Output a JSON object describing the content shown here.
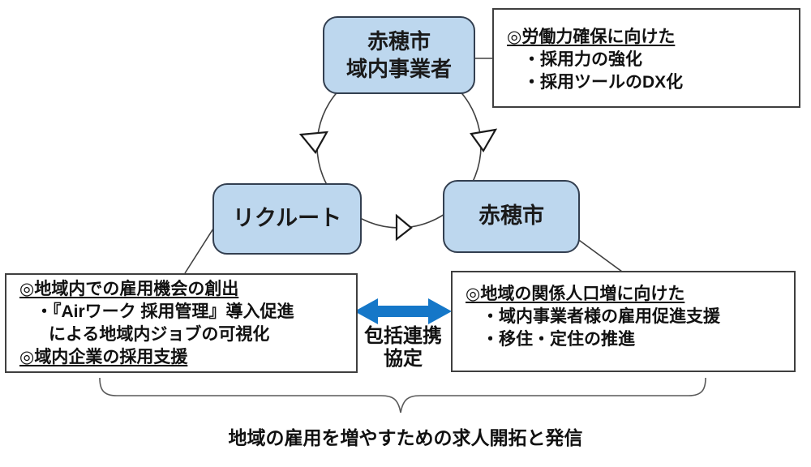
{
  "colors": {
    "node_fill": "#bdd7ee",
    "node_border": "#333f50",
    "note_border": "#3f3f3f",
    "arrow_blue": "#1577c8",
    "line": "#404040",
    "brace": "#595959"
  },
  "nodes": {
    "business": {
      "line1": "赤穂市",
      "line2": "域内事業者"
    },
    "recruit": {
      "label": "リクルート"
    },
    "city": {
      "label": "赤穂市"
    }
  },
  "notes": {
    "workforce": {
      "heading": "◎労働力確保に向けた",
      "item1": "・採用力の強化",
      "item2": "・採用ツールのDX化"
    },
    "recruit_role": {
      "heading1": "◎地域内での雇用機会の創出",
      "item1": "・『Airワーク 採用管理』導入促進",
      "item1b": "による地域内ジョブの可視化",
      "heading2": "◎域内企業の採用支援"
    },
    "city_role": {
      "heading": "◎地域の関係人口増に向けた",
      "item1": "・域内事業者様の雇用促進支援",
      "item2": "・移住・定住の推進"
    }
  },
  "agreement": {
    "line1": "包括連携",
    "line2": "協定"
  },
  "caption": "地域の雇用を増やすための求人開拓と発信"
}
